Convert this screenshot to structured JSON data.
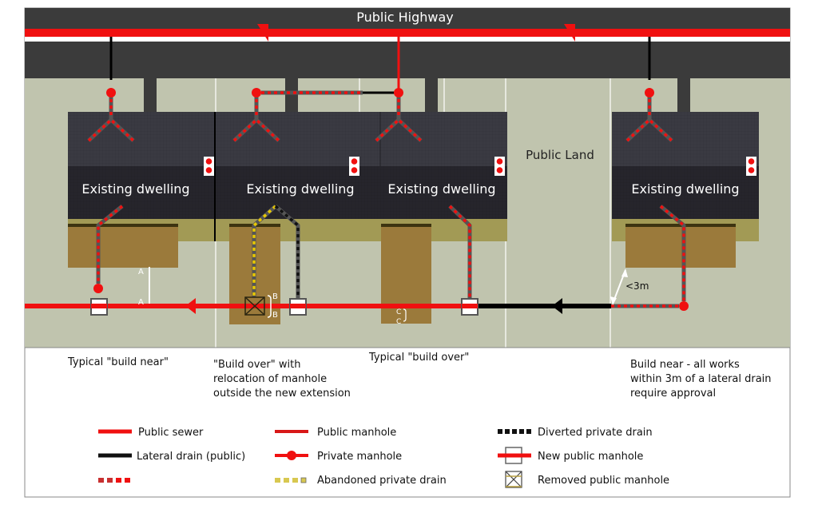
{
  "highway": {
    "title": "Public Highway"
  },
  "public_land": {
    "label": "Public Land"
  },
  "dwellings": [
    {
      "label": "Existing dwelling"
    },
    {
      "label": "Existing dwelling"
    },
    {
      "label": "Existing dwelling"
    },
    {
      "label": "Existing dwelling"
    }
  ],
  "section_markers": {
    "a_top": "A",
    "a_bottom": "A",
    "b_top": "B",
    "b_bottom": "B",
    "c_top": "C",
    "c_bottom": "C"
  },
  "distance_label": "<3m",
  "captions": [
    {
      "lines": [
        "Typical \"build near\""
      ]
    },
    {
      "lines": [
        "\"Build over\" with",
        "relocation of manhole",
        "outside the new extension"
      ]
    },
    {
      "lines": [
        "Typical \"build over\""
      ]
    },
    {
      "lines": [
        "Build near - all works",
        "within 3m of a lateral drain",
        "require approval"
      ]
    }
  ],
  "legend": {
    "items": [
      {
        "label": "Public sewer",
        "symbol": "solid-red-line"
      },
      {
        "label": "Lateral drain (public)",
        "symbol": "solid-black-line"
      },
      {
        "label": "",
        "symbol": "dashed-red-line"
      },
      {
        "label": "Public manhole",
        "symbol": "thin-red-line"
      },
      {
        "label": "Private manhole",
        "symbol": "red-line-with-dot"
      },
      {
        "label": "Abandoned private drain",
        "symbol": "dashed-yellow-line"
      },
      {
        "label": "Diverted private drain",
        "symbol": "dashed-black-line"
      },
      {
        "label": "New public manhole",
        "symbol": "box-with-red-line"
      },
      {
        "label": "Removed public manhole",
        "symbol": "crossed-box"
      }
    ]
  },
  "colors": {
    "sewer_red": "#f01010",
    "road": "#3b3b3b",
    "garden": "#c0c4ae",
    "roof": "#3a3a42",
    "roof_front": "#26252c",
    "extension": "#9b7a3b",
    "patio": "#a29a55",
    "abandoned": "#e8c800"
  }
}
